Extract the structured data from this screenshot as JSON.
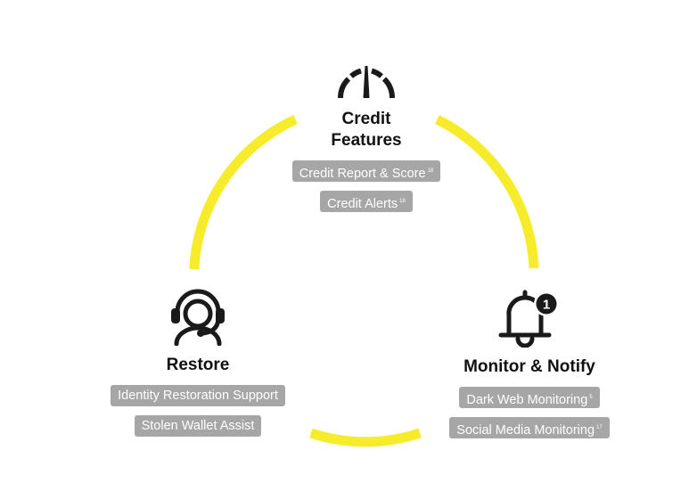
{
  "colors": {
    "ring": "#f7ec2b",
    "chip_bg": "#a6a6a6",
    "chip_text": "#ffffff",
    "title_text": "#111111",
    "icon": "#1a1a1a"
  },
  "nodes": {
    "credit": {
      "icon": "speedometer-gauge-icon",
      "title_line1": "Credit",
      "title_line2": "Features",
      "chips": [
        {
          "label": "Credit Report & Score",
          "note": "18"
        },
        {
          "label": "Credit Alerts",
          "note": "18"
        }
      ]
    },
    "restore": {
      "icon": "headset-support-agent-icon",
      "title": "Restore",
      "chips": [
        {
          "label": "Identity Restoration Support"
        },
        {
          "label": "Stolen Wallet Assist"
        }
      ]
    },
    "monitor": {
      "icon": "notification-bell-icon",
      "badge": "1",
      "title": "Monitor & Notify",
      "chips": [
        {
          "label": "Dark Web Monitoring",
          "note": "5"
        },
        {
          "label": "Social Media Monitoring",
          "note": "17"
        }
      ]
    }
  }
}
